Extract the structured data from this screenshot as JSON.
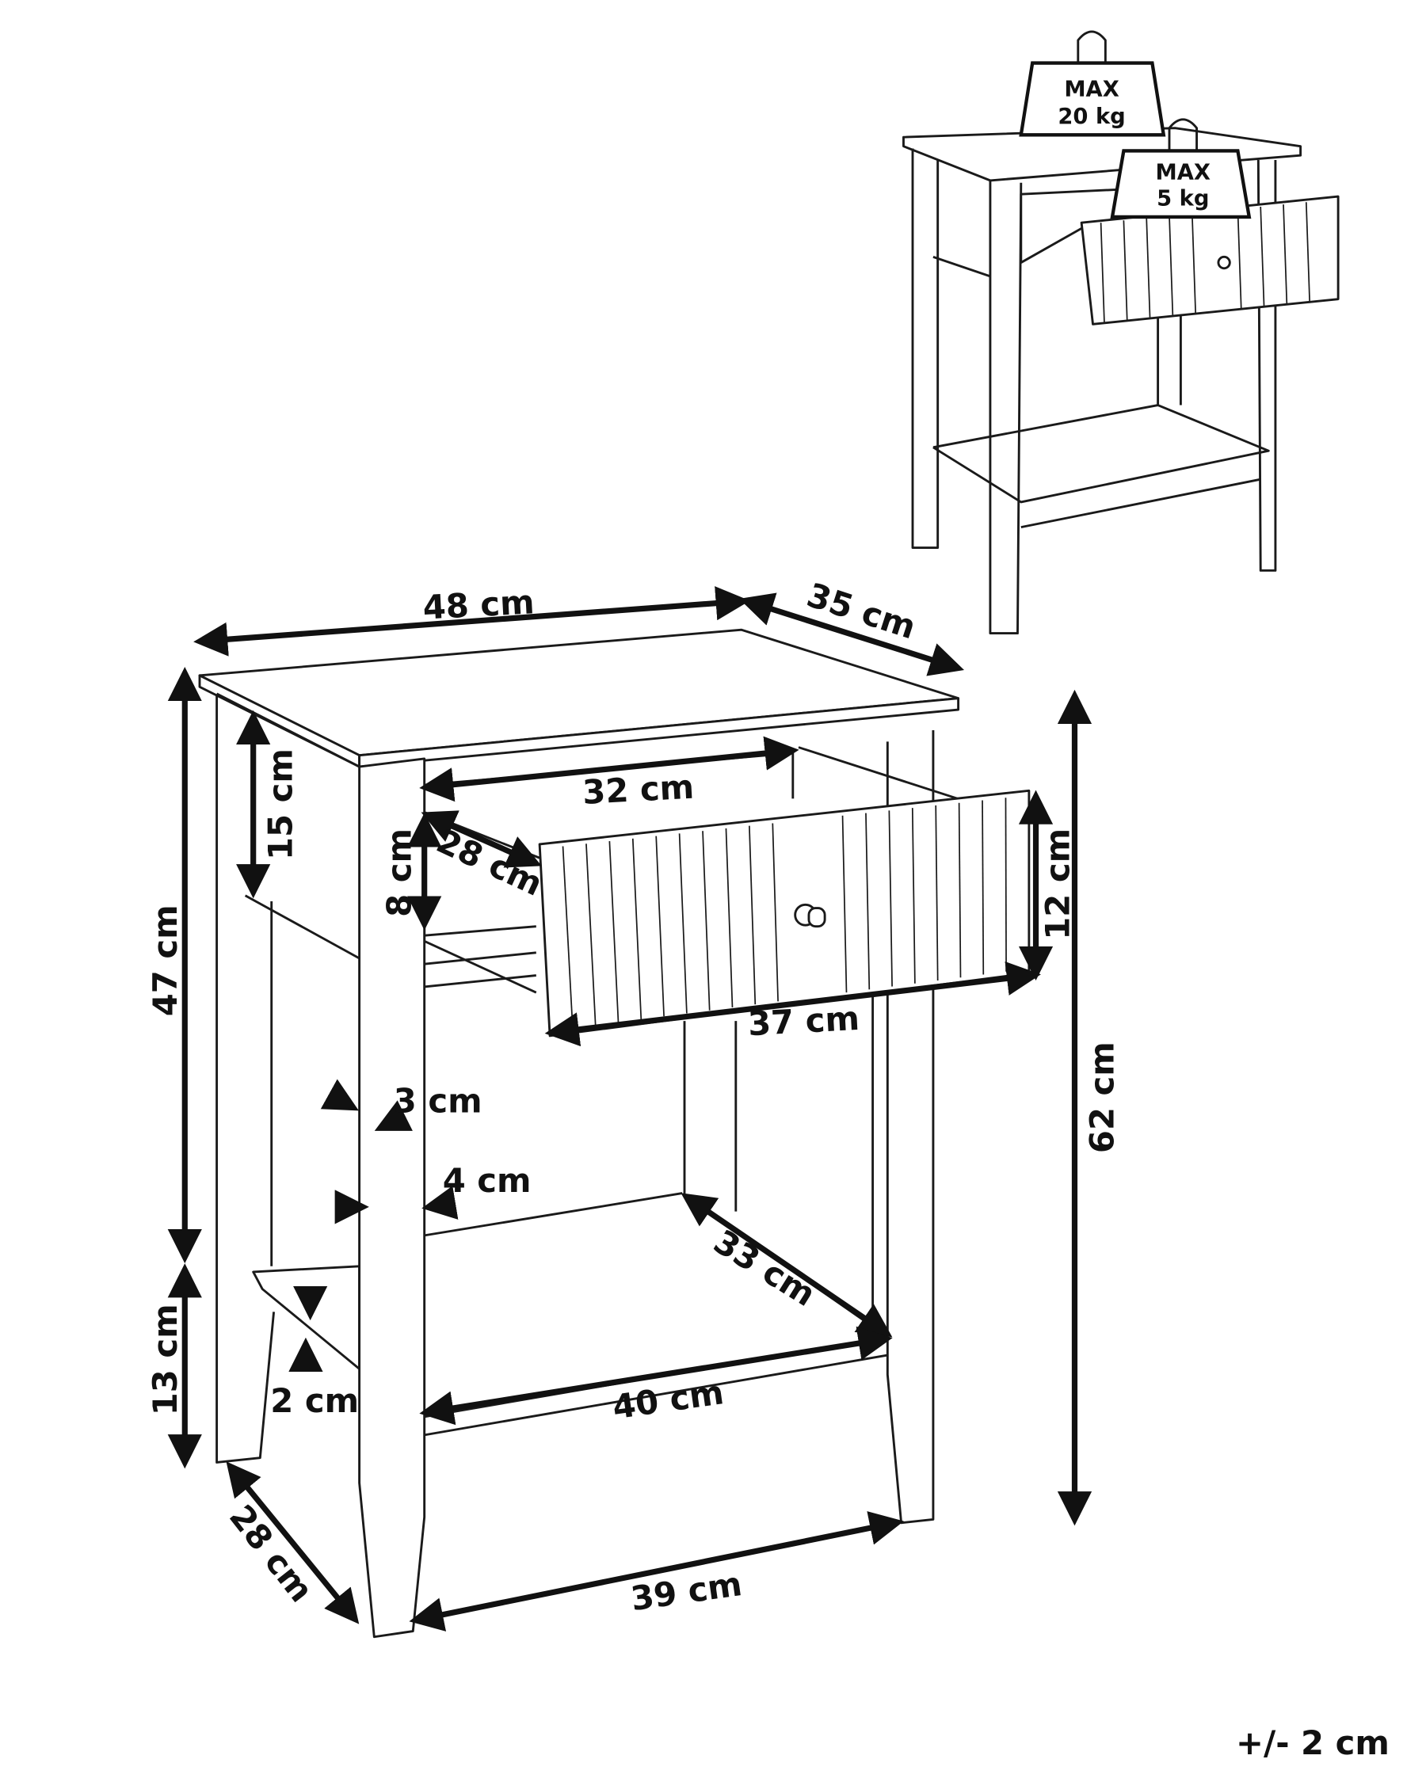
{
  "dimensions": {
    "top_width": "48 cm",
    "top_depth": "35 cm",
    "drawer_inner_width": "32 cm",
    "apron_height": "15 cm",
    "drawer_depth": "28 cm",
    "drawer_inner_height": "8 cm",
    "drawer_front_height": "12 cm",
    "drawer_front_width": "37 cm",
    "upper_height": "47 cm",
    "total_height": "62 cm",
    "leg_thickness_side": "3 cm",
    "leg_thickness_front": "4 cm",
    "shelf_depth": "33 cm",
    "shelf_height": "13 cm",
    "shelf_thickness": "2 cm",
    "shelf_width": "40 cm",
    "base_depth": "28 cm",
    "base_width": "39 cm"
  },
  "load": {
    "top_max_label": "MAX",
    "top_max_value": "20 kg",
    "drawer_max_label": "MAX",
    "drawer_max_value": "5 kg"
  },
  "tolerance": "+/- 2 cm"
}
